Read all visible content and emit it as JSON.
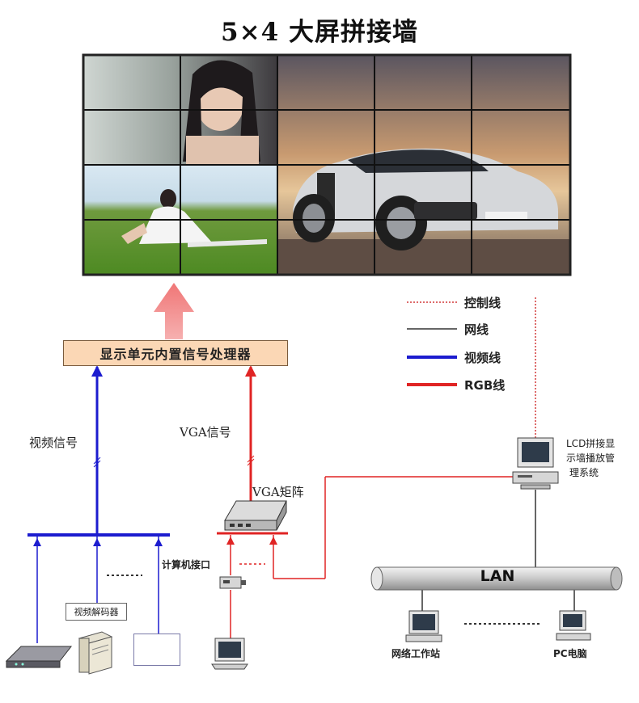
{
  "title": "5×4 大屏拼接墙",
  "legend": {
    "control": "控制线",
    "network": "网线",
    "video": "视频线",
    "rgb": "RGB线"
  },
  "processor": "显示单元内置信号处理器",
  "video_signal": "视频信号",
  "vga_signal": "VGA信号",
  "vga_matrix": "VGA矩阵",
  "computer_port": "计算机接口",
  "video_decoder": "视频解码器",
  "lcd_system": [
    "LCD拼接显",
    "示墙播放管",
    "理系统"
  ],
  "lan": "LAN",
  "workstation": "网络工作站",
  "pc": "PC电脑",
  "colors": {
    "control": "#d23a3a",
    "network": "#333333",
    "video": "#1c1ccf",
    "rgb": "#e02424",
    "processor_fill": "#fbd7b5",
    "up_arrow": "#f08080"
  },
  "icons": [
    "video-wall-image",
    "up-arrow-icon",
    "dvr-icon",
    "server-tower-icon",
    "camera-icon",
    "monitor-icon",
    "vga-matrix-icon",
    "computer-port-icon",
    "workstation-icon",
    "pc-icon",
    "lcd-management-pc-icon",
    "lan-bus-icon"
  ]
}
